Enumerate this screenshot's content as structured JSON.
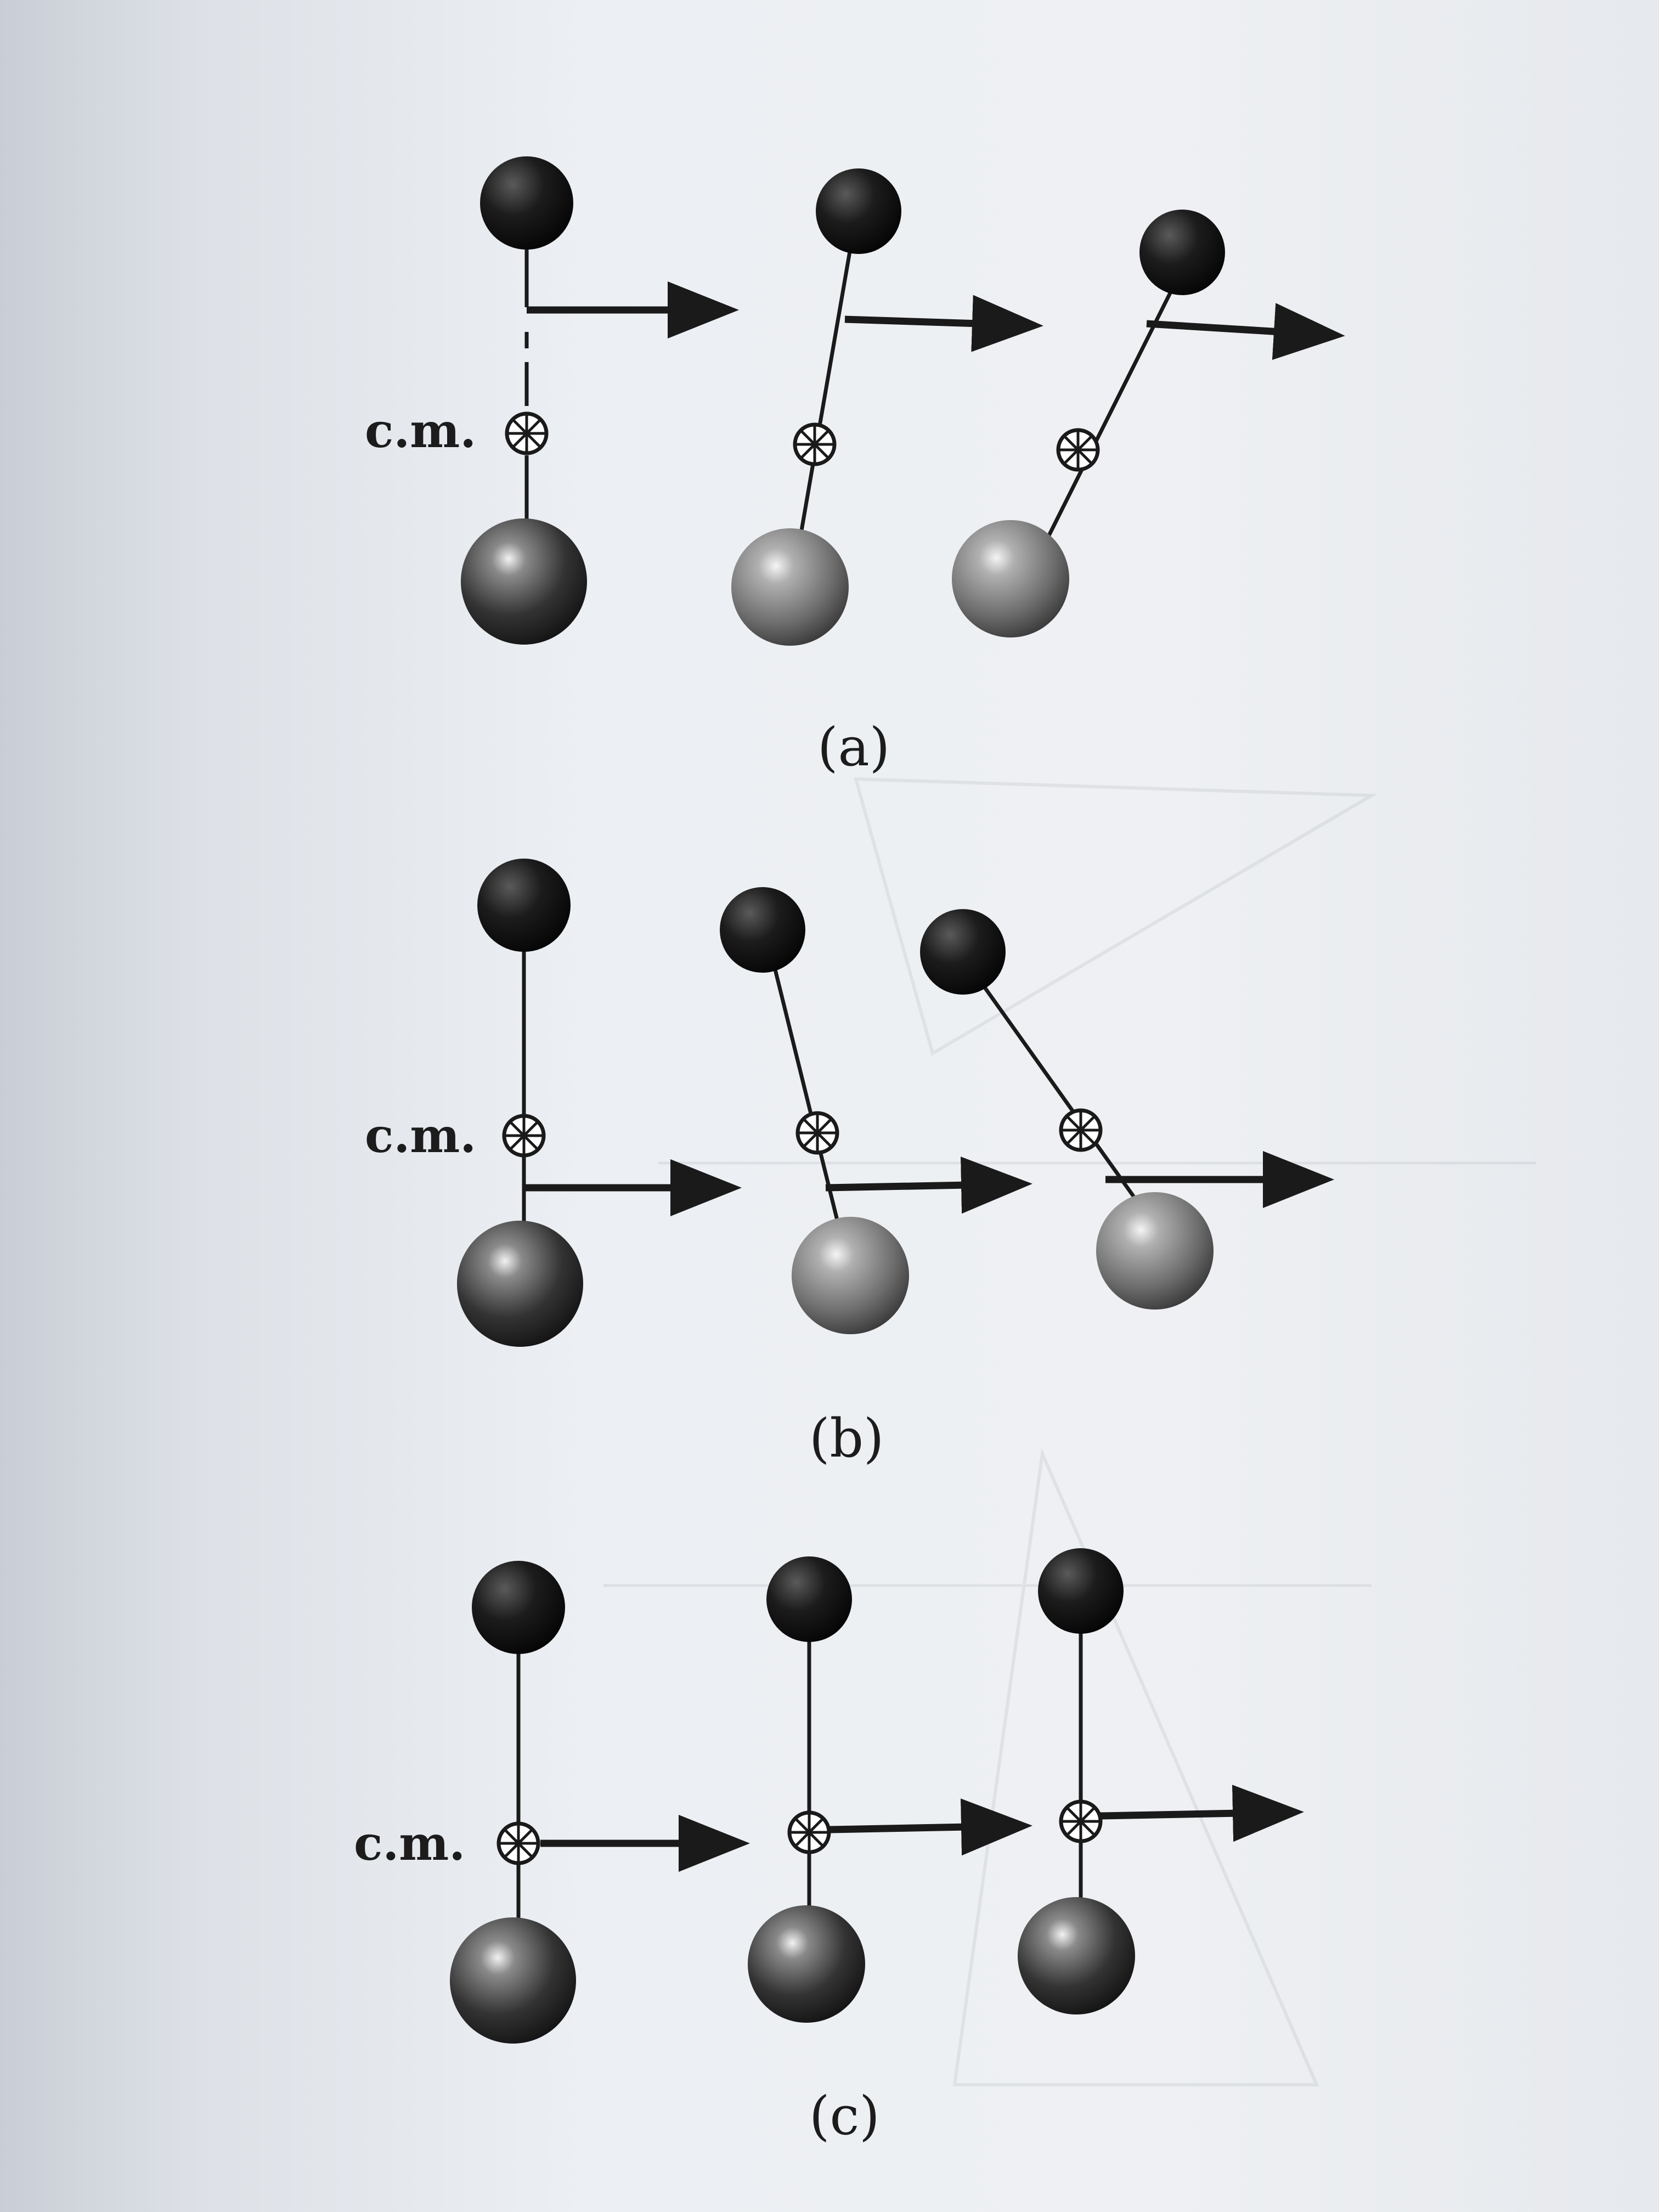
{
  "figure": {
    "cm_label": "c.m.",
    "panels": [
      {
        "id": "a",
        "label": "(a)"
      },
      {
        "id": "b",
        "label": "(b)"
      },
      {
        "id": "c",
        "label": "(c)"
      }
    ]
  },
  "colors": {
    "small_mass": "#141414",
    "large_mass_dark": "#2a2a2a",
    "large_mass_mid": "#6b6b6b",
    "rod": "#1a1a1a",
    "arrow": "#1a1a1a"
  },
  "icons": {
    "cm_marker": "circled-cross-icon",
    "force_arrow": "arrow-right-icon"
  }
}
